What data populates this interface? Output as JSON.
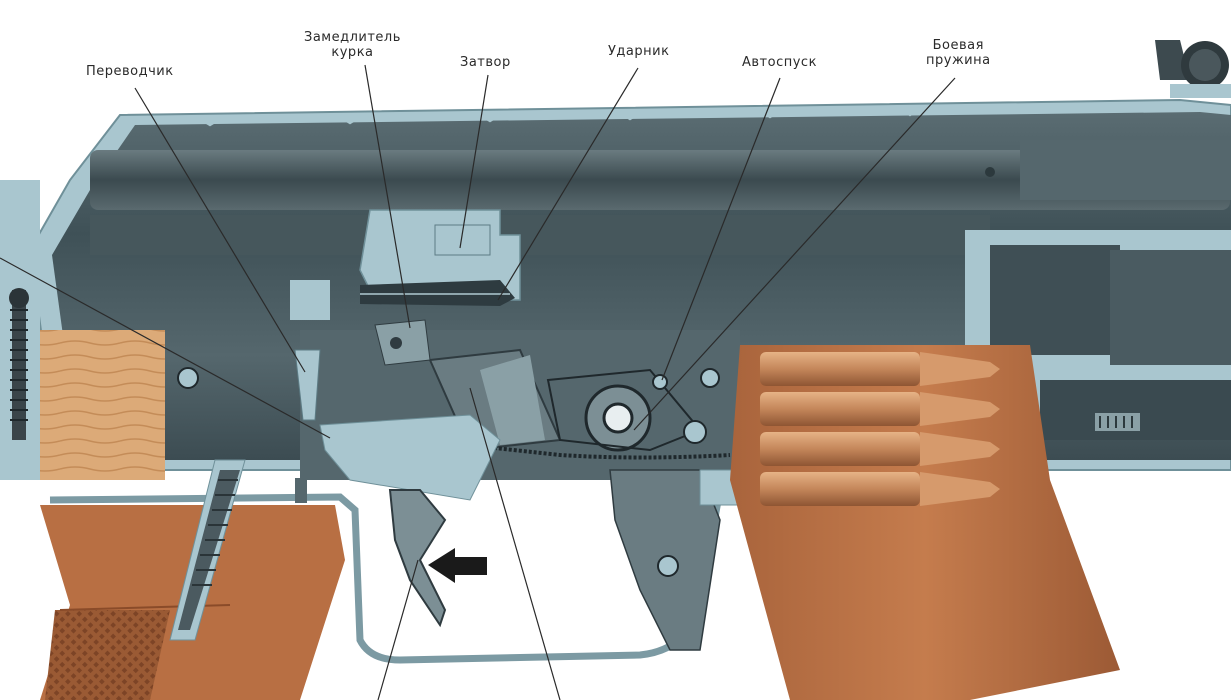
{
  "labels": {
    "perevodchik": "Переводчик",
    "zamedlitel_line1": "Замедлитель",
    "zamedlitel_line2": "курка",
    "zatvor": "Затвор",
    "udarnik": "Ударник",
    "avtospusk": "Автоспуск",
    "boevaya_line1": "Боевая",
    "boevaya_line2": "пружина"
  },
  "colors": {
    "cutaway": "#a9c6cf",
    "receiver": "#4b5d63",
    "wood": "#d8a472",
    "bakelite": "#b86f43",
    "cartridge": "#c98a5c"
  }
}
